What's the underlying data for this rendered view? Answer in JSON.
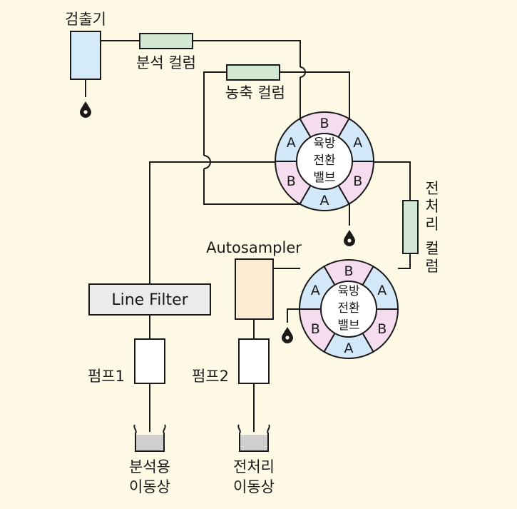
{
  "labels": {
    "detector": "검출기",
    "analytical_column": "분석 컬럼",
    "concentration_column": "농축 컬럼",
    "pretreatment_column": [
      "전",
      "처",
      "리",
      "컬",
      "럼"
    ],
    "autosampler": "Autosampler",
    "line_filter": "Line Filter",
    "pump1": "펌프1",
    "pump2": "펌프2",
    "analytical_mobile_phase": [
      "분석용",
      "이동상"
    ],
    "pretreatment_mobile_phase": [
      "전처리",
      "이동상"
    ]
  },
  "valve_upper": {
    "center": [
      "육방",
      "전환",
      "밸브"
    ],
    "segments": [
      "B",
      "A",
      "B",
      "A",
      "B",
      "A"
    ]
  },
  "valve_lower": {
    "center": [
      "육방",
      "전환",
      "밸브"
    ],
    "segments": [
      "B",
      "A",
      "B",
      "A",
      "B",
      "A"
    ]
  },
  "colors": {
    "background": "#fffae6",
    "segment_A": "#d3e8f8",
    "segment_B": "#f5dcef",
    "column_fill": "#d4e9d4",
    "detector_fill": "#d6ebfa",
    "autosampler_fill": "#fdecd3",
    "filter_fill": "#ebebeb",
    "reservoir_fill": "#cfcfcf"
  }
}
